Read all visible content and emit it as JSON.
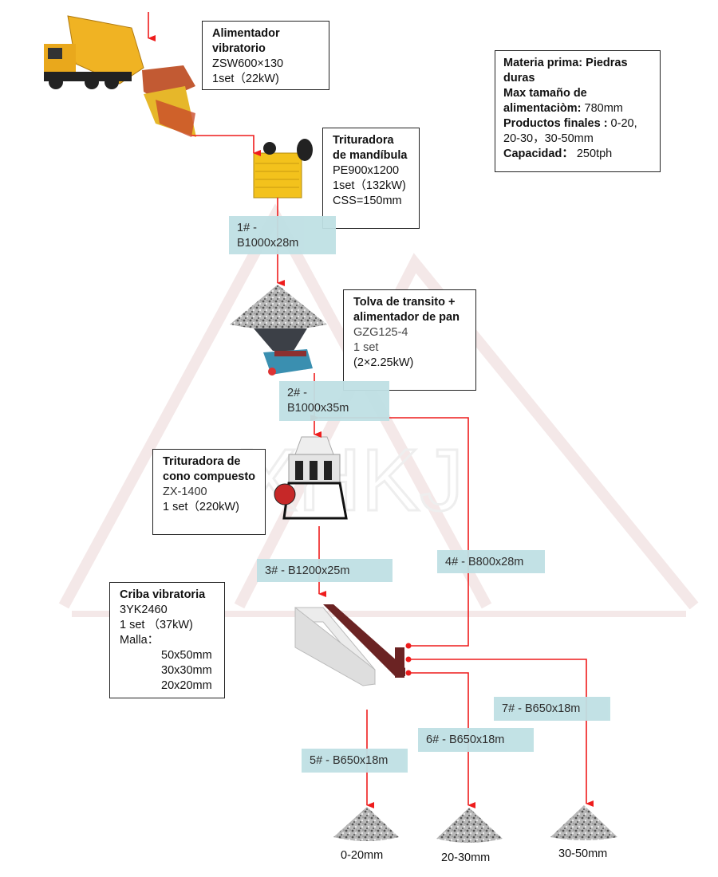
{
  "watermark": {
    "text": "XHKJ"
  },
  "colors": {
    "flow_line": "#ee1c1c",
    "conveyor_tag": "#bfe0e4",
    "box_border": "#222222"
  },
  "specs": {
    "lines": [
      {
        "bold": "Materia prima: Piedras duras",
        "normal": ""
      },
      {
        "bold": "Max tamaño de alimentaciòm:",
        "normal": " 780mm"
      },
      {
        "bold": "Productos finales :",
        "normal": " 0-20, 20-30，30-50mm"
      },
      {
        "bold": "Capacidad：",
        "normal": " 250tph"
      }
    ]
  },
  "equipment": {
    "feeder": {
      "title": "Alimentador vibratorio",
      "model": "ZSW600×130",
      "qty": "1set（22kW)"
    },
    "jaw": {
      "title": "Trituradora de mandíbula",
      "model": "PE900x1200",
      "qty": "1set（132kW)",
      "extra": "CSS=150mm"
    },
    "hopper": {
      "title": "Tolva de transito + alimentador de pan",
      "model": "GZG125-4",
      "qty": "1 set",
      "extra": "(2×2.25kW)"
    },
    "cone": {
      "title": "Trituradora de cono compuesto",
      "model": "ZX-1400",
      "qty": "1 set（220kW)"
    },
    "screen": {
      "title": "Criba vibratoria",
      "model": "3YK2460",
      "qty": "1 set （37kW)",
      "mesh_label": "Malla：",
      "meshes": [
        "50x50mm",
        "30x30mm",
        "20x20mm"
      ]
    }
  },
  "conveyors": [
    {
      "id": "1#",
      "line1": "1# -",
      "line2": "B1000x28m"
    },
    {
      "id": "2#",
      "line1": "2# -",
      "line2": "B1000x35m"
    },
    {
      "id": "3#",
      "label": "3# - B1200x25m"
    },
    {
      "id": "4#",
      "label": "4# - B800x28m"
    },
    {
      "id": "5#",
      "label": "5# - B650x18m"
    },
    {
      "id": "6#",
      "label": "6# - B650x18m"
    },
    {
      "id": "7#",
      "label": "7# - B650x18m"
    }
  ],
  "products": [
    "0-20mm",
    "20-30mm",
    "30-50mm"
  ]
}
